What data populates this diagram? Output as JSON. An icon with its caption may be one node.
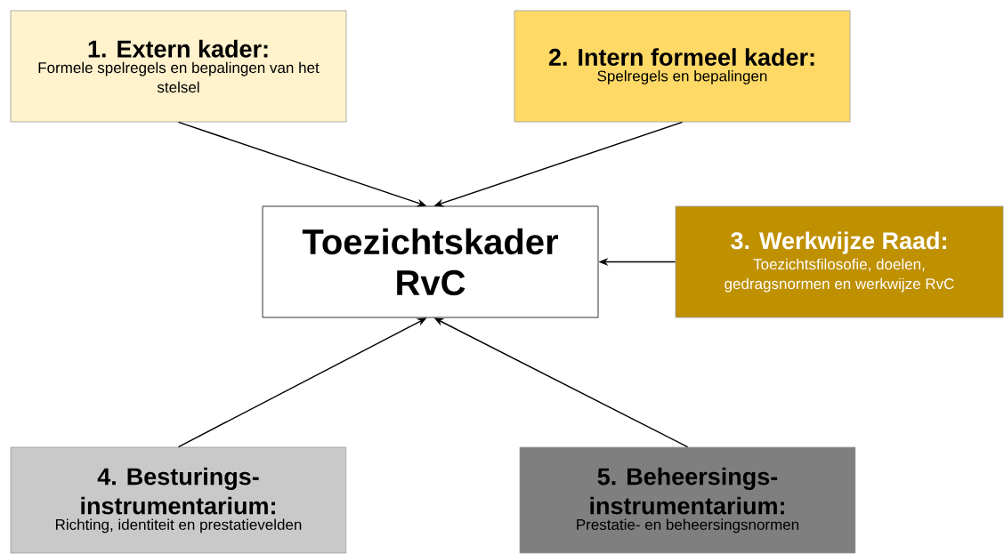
{
  "diagram": {
    "nodes": [
      {
        "text": [
          "Toezichtskader RvC"
        ]
      },
      {
        "text": [
          "1. Extern kader:",
          "Formele spelregels en bepalingen van het stelsel"
        ]
      },
      {
        "text": [
          "2. Intern formeel kader:",
          "Spelregels en bepalingen"
        ]
      },
      {
        "text": [
          "3. Werkwijze Raad:",
          "Toezichtsfilosofie, doelen, gedragsnormen en werkwijze RvC"
        ]
      },
      {
        "text": [
          "4. Besturings- instrumentarium:",
          "Richting, identiteit en prestatievelden"
        ]
      },
      {
        "text": [
          "5. Beheersings- instrumentarium:",
          "Prestatie- en beheersingsnormen"
        ]
      }
    ],
    "edges": [
      {
        "from": 1,
        "to": 0,
        "arrow": "to"
      },
      {
        "from": 2,
        "to": 0,
        "arrow": "to"
      },
      {
        "from": 3,
        "to": 0,
        "arrow": "to"
      },
      {
        "from": 4,
        "to": 0,
        "arrow": "to"
      },
      {
        "from": 5,
        "to": 0,
        "arrow": "to"
      }
    ]
  }
}
